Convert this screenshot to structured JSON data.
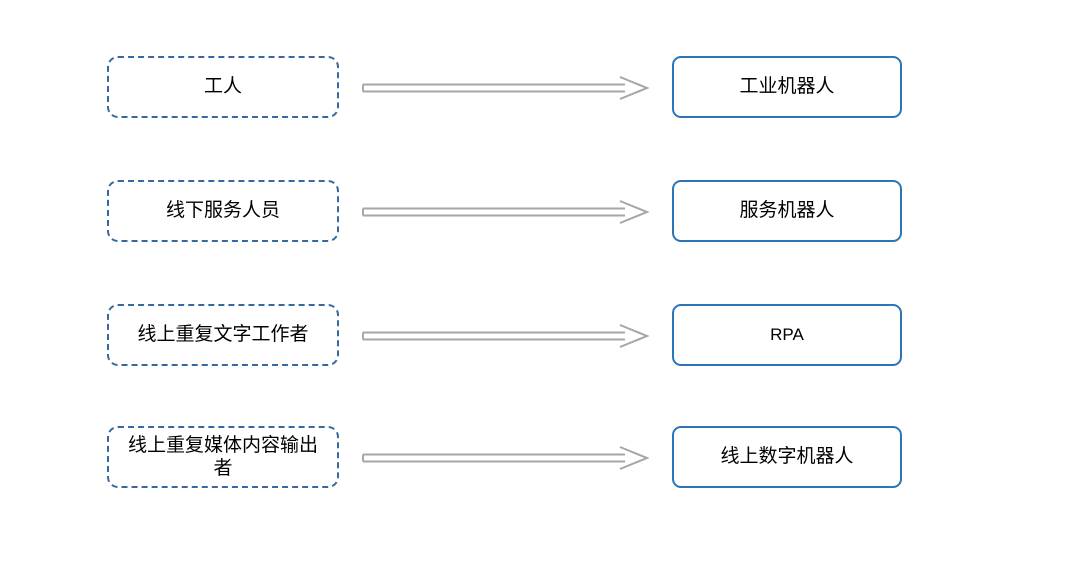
{
  "diagram": {
    "description_rows": [
      {
        "source": "工人",
        "target": "工业机器人"
      },
      {
        "source": "线下服务人员",
        "target": "服务机器人"
      },
      {
        "source": "线上重复文字工作者",
        "target": "RPA"
      },
      {
        "source": "线上重复媒体内容输出者",
        "target": "线上数字机器人"
      }
    ],
    "colors": {
      "source_border": "#35699f",
      "target_border": "#2e75b6",
      "arrow": "#a6a6a6",
      "text": "#000000",
      "background": "#ffffff"
    },
    "arrow_icon": "right-arrow"
  }
}
